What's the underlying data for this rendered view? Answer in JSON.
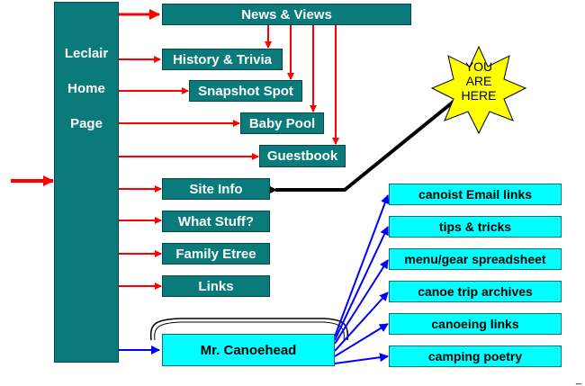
{
  "home": {
    "line1": "Leclair",
    "line2": "Home",
    "line3": "Page"
  },
  "nav": {
    "news": "News & Views",
    "history": "History & Trivia",
    "snapshot": "Snapshot Spot",
    "baby_pool": "Baby Pool",
    "guestbook": "Guestbook",
    "site_info": "Site Info",
    "what_stuff": "What Stuff?",
    "family_etree": "Family Etree",
    "links": "Links",
    "canoehead": "Mr. Canoehead"
  },
  "canoe_links": {
    "email": "canoist Email links",
    "tips": "tips & tricks",
    "menu": "menu/gear spreadsheet",
    "archives": "canoe trip archives",
    "canoe_links": "canoeing links",
    "poetry": "camping poetry"
  },
  "star": {
    "line1": "YOU",
    "line2": "ARE",
    "line3": "HERE"
  },
  "corner_mark": "_",
  "colors": {
    "teal": "#0a7a7a",
    "cyan": "#00ffff",
    "red_arrow": "#ff0000",
    "blue_arrow": "#0000ff",
    "star": "#ffff00"
  }
}
